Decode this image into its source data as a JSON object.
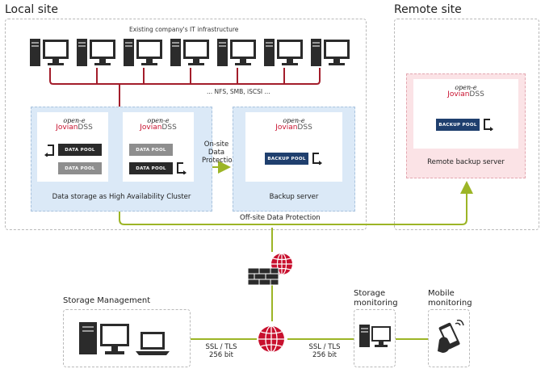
{
  "regions": {
    "local_site": "Local site",
    "remote_site": "Remote site"
  },
  "infrastructure": {
    "title": "Existing company's IT infrastructure",
    "protocols": "... NFS, SMB, iSCSI ..."
  },
  "brand": {
    "open_e": "open-e",
    "jovian_a": "Jovian",
    "jovian_b": "DSS"
  },
  "pools": {
    "data_pool": "DATA POOL",
    "backup_pool": "BACKUP POOL"
  },
  "cluster": {
    "caption": "Data storage as High Availability Cluster"
  },
  "onsite": {
    "line1": "On-site",
    "line2": "Data",
    "line3": "Protection"
  },
  "backup": {
    "caption": "Backup server"
  },
  "remote": {
    "caption": "Remote backup server"
  },
  "offsite": {
    "label": "Off-site Data Protection"
  },
  "bottom": {
    "storage_management": "Storage Management",
    "storage_monitoring_1": "Storage",
    "storage_monitoring_2": "monitoring",
    "mobile_monitoring_1": "Mobile",
    "mobile_monitoring_2": "monitoring",
    "ssl_1": "SSL / TLS",
    "ssl_2": "256 bit"
  },
  "colors": {
    "network": "#a31d2b",
    "green_link": "#9cb526",
    "cluster_bg": "#dbe9f7",
    "remote_bg": "#fbe3e6",
    "globe": "#c8102e"
  }
}
